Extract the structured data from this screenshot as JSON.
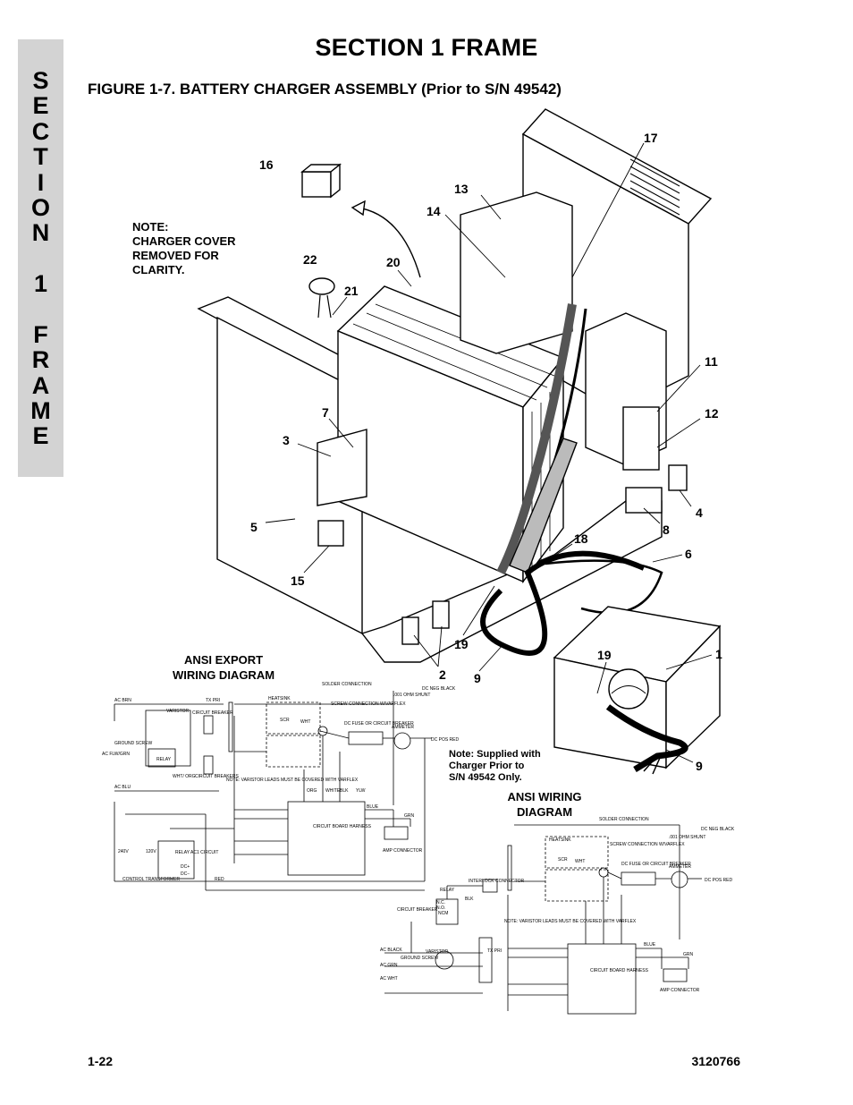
{
  "header": {
    "side_tab_letters": [
      "S",
      "E",
      "C",
      "T",
      "I",
      "O",
      "N",
      "",
      "1",
      "",
      "F",
      "R",
      "A",
      "M",
      "E"
    ],
    "section_title": "SECTION 1  FRAME",
    "figure_title": "FIGURE 1-7.    BATTERY CHARGER ASSEMBLY (Prior to S/N 49542)"
  },
  "illustration": {
    "note_lines": [
      "NOTE:",
      "CHARGER COVER",
      "REMOVED FOR",
      "CLARITY."
    ],
    "callouts": {
      "c17": "17",
      "c16": "16",
      "c13": "13",
      "c14": "14",
      "c22": "22",
      "c20": "20",
      "c21": "21",
      "c11": "11",
      "c12": "12",
      "c7": "7",
      "c3": "3",
      "c4": "4",
      "c5": "5",
      "c8": "8",
      "c18": "18",
      "c6": "6",
      "c15": "15",
      "c19a": "19",
      "c19b": "19",
      "c2": "2",
      "c9a": "9",
      "c9b": "9",
      "c1": "1"
    },
    "supplied_note": [
      "Note: Supplied with",
      "Charger Prior to",
      "S/N 49542 Only."
    ]
  },
  "export_diagram": {
    "title_lines": [
      "ANSI EXPORT",
      "WIRING DIAGRAM"
    ],
    "labels": {
      "solder": "SOLDER CONNECTION",
      "ohm_shunt": ".001 OHM SHUNT",
      "dc_neg": "DC NEG BLACK",
      "ac_brn": "AC BRN",
      "tx_pri": "TX PRI",
      "varistor": "VARISTOR",
      "circuit_breaker": "CIRCUIT BREAKER",
      "heatsink": "HEATSINK",
      "screw_conn": "SCREW CONNECTION W/VARFLEX",
      "dc_fuse": "DC FUSE OR CIRCUIT BREAKER",
      "ammeter": "AMMETER",
      "dc_pos": "DC POS RED",
      "scr": "SCR",
      "wht": "WHT",
      "ground_screw": "GROUND SCREW",
      "ac_flw": "AC FLW/GRN",
      "relay": "RELAY",
      "wht_org": "WHT/ ORG",
      "circuit_breakers": "CIRCUIT BREAKERS",
      "ac_blu": "AC BLU",
      "note_varistor": "NOTE: VARISTOR LEADS MUST BE COVERED WITH VARFLEX",
      "org": "ORG",
      "blk": "BLK",
      "white": "WHITE",
      "ylw": "YLW",
      "blue": "BLUE",
      "grn": "GRN",
      "harness": "CIRCUIT BOARD HARNESS",
      "amp_connector": "AMP CONNECTOR",
      "v240": "240V",
      "v120": "120V",
      "relay_ac": "RELAY AC1 CIRCUIT",
      "dc_plus": "DC+",
      "dc_minus": "DC−",
      "control_tx": "CONTROL TRANSFORMER",
      "red": "RED"
    }
  },
  "ansi_diagram": {
    "title_lines": [
      "ANSI WIRING",
      "DIAGRAM"
    ],
    "labels": {
      "solder": "SOLDER CONNECTION",
      "ohm_shunt": ".001 OHM SHUNT",
      "dc_neg": "DC NEG BLACK",
      "heatsink": "HEATSINK",
      "scr": "SCR",
      "screw_conn": "SCREW CONNECTION W/VARFLEX",
      "dc_fuse": "DC FUSE OR CIRCUIT BREAKER",
      "ammeter": "AMMETER",
      "dc_pos": "DC POS RED",
      "wht": "WHT",
      "interlock": "INTERLOCK CONNECTOR",
      "relay": "RELAY",
      "nc": "N.C.",
      "no": "N.O.",
      "ncm": "NCM",
      "circuit_breaker": "CIRCUIT BREAKER",
      "ac_black": "AC BLACK",
      "ground_screw": "GROUND SCREW",
      "varistor": "VARISTOR",
      "ac_grn": "AC GRN",
      "ac_wht": "AC WHT",
      "tx_pri": "TX PRI",
      "note_varistor": "NOTE: VARISTOR LEADS MUST BE COVERED WITH VARFLEX",
      "blue": "BLUE",
      "grn": "GRN",
      "blk": "BLK",
      "harness": "CIRCUIT BOARD HARNESS",
      "amp_connector": "AMP CONNECTOR"
    }
  },
  "footer": {
    "page_number": "1-22",
    "doc_number": "3120766"
  }
}
